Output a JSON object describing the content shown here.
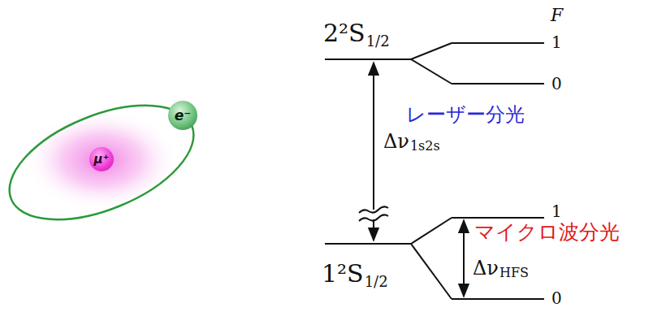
{
  "diagram": {
    "nodes": [
      {
        "text": [
          "μ⁺"
        ]
      },
      {
        "text": [
          "e⁻"
        ]
      }
    ],
    "labels": [
      "2²S",
      "1/2",
      "F",
      "1",
      "0",
      "レーザー分光",
      "Δν",
      "1s2s",
      "1²S",
      "1/2",
      "1",
      "0",
      "マイクロ波分光",
      "Δν",
      "HFS"
    ]
  }
}
